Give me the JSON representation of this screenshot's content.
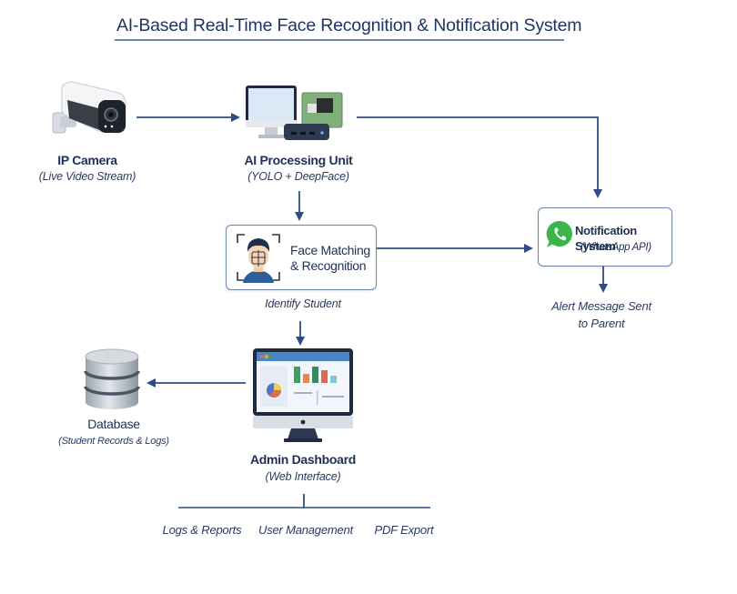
{
  "title": "AI-Based Real-Time Face Recognition & Notification System",
  "colors": {
    "title": "#1f3466",
    "arrow": "#2f4d80",
    "text": "#1f2f55",
    "box_border": "#7184ab",
    "whatsapp": "#3bb54a"
  },
  "nodes": {
    "camera": {
      "icon": "ip-camera-icon",
      "label": "IP Camera",
      "sublabel": "(Live Video Stream)"
    },
    "processing": {
      "icon": "computer-and-board-icon",
      "label": "AI Processing Unit",
      "sublabel": "(YOLO + DeepFace)"
    },
    "face": {
      "icon": "face-scan-icon",
      "label_line1": "Face Matching",
      "label_line2": "& Recognition",
      "caption": "Identify Student"
    },
    "notification": {
      "icon": "whatsapp-icon",
      "label": "Notification System",
      "sublabel": "(WhatsApp API)",
      "caption_line1": "Alert Message Sent",
      "caption_line2": "to Parent"
    },
    "database": {
      "icon": "database-icon",
      "label": "Database",
      "sublabel": "(Student Records & Logs)"
    },
    "dashboard": {
      "icon": "dashboard-monitor-icon",
      "label": "Admin Dashboard",
      "sublabel": "(Web Interface)"
    }
  },
  "dashboard_features": [
    "Logs & Reports",
    "User Management",
    "PDF Export"
  ],
  "edges": [
    {
      "from": "camera",
      "to": "processing"
    },
    {
      "from": "processing",
      "to": "face"
    },
    {
      "from": "processing",
      "to": "notification"
    },
    {
      "from": "face",
      "to": "notification"
    },
    {
      "from": "notification",
      "to": "alert-message"
    },
    {
      "from": "face",
      "to": "dashboard"
    },
    {
      "from": "dashboard",
      "to": "database"
    },
    {
      "from": "dashboard",
      "to": "features"
    }
  ]
}
